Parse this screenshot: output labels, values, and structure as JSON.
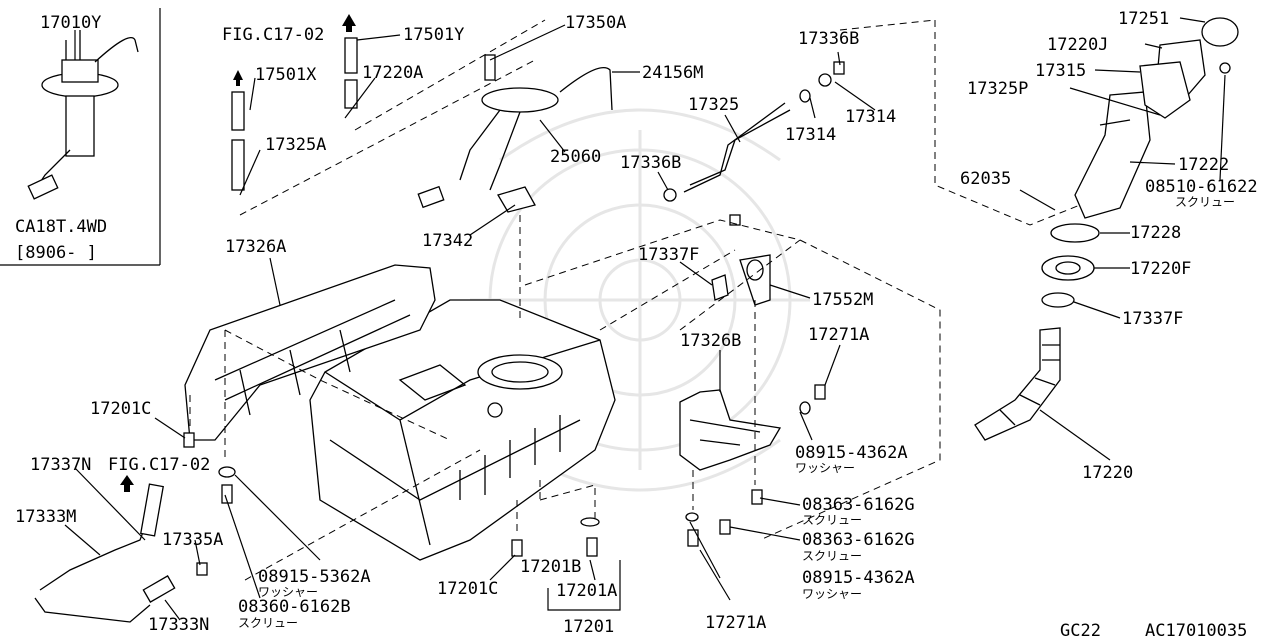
{
  "inset": {
    "part": "17010Y",
    "model": "CA18T.4WD",
    "date": "[8906-    ]"
  },
  "labels": {
    "l17501Y": "17501Y",
    "l17501X": "17501X",
    "l17220A": "17220A",
    "l17325A": "17325A",
    "l17350A": "17350A",
    "l24156M": "24156M",
    "l25060": "25060",
    "l17342": "17342",
    "l17325": "17325",
    "l17336B_top": "17336B",
    "l17336B_mid": "17336B",
    "l17314_a": "17314",
    "l17314_b": "17314",
    "l17326A": "17326A",
    "l17337F_a": "17337F",
    "l17552M": "17552M",
    "l17326B": "17326B",
    "l17271A_top": "17271A",
    "l17271A_bot": "17271A",
    "l17201C_top": "17201C",
    "l17201C_bot": "17201C",
    "l17337N": "17337N",
    "l17333M": "17333M",
    "l17333N": "17333N",
    "l17335A": "17335A",
    "l17201": "17201",
    "l17201A": "17201A",
    "l17201B": "17201B",
    "l17251": "17251",
    "l17220J": "17220J",
    "l17315": "17315",
    "l17325P": "17325P",
    "l17222": "17222",
    "l62035": "62035",
    "l17228": "17228",
    "l17220F": "17220F",
    "l17337F_b": "17337F",
    "l17220": "17220"
  },
  "figrefs": {
    "top": "FIG.C17-02",
    "left": "FIG.C17-02"
  },
  "codes": {
    "c08510": "08510-61622",
    "c08915_a": "08915-4362A",
    "c08915_b": "08915-4362A",
    "c08915_5362": "08915-5362A",
    "c08363_a": "08363-6162G",
    "c08363_b": "08363-6162G",
    "c08360": "08360-6162B"
  },
  "jp": {
    "screw": "スクリュー",
    "washer": "ワッシャー"
  },
  "footer": {
    "model": "GC22",
    "ref": "AC17010035"
  }
}
